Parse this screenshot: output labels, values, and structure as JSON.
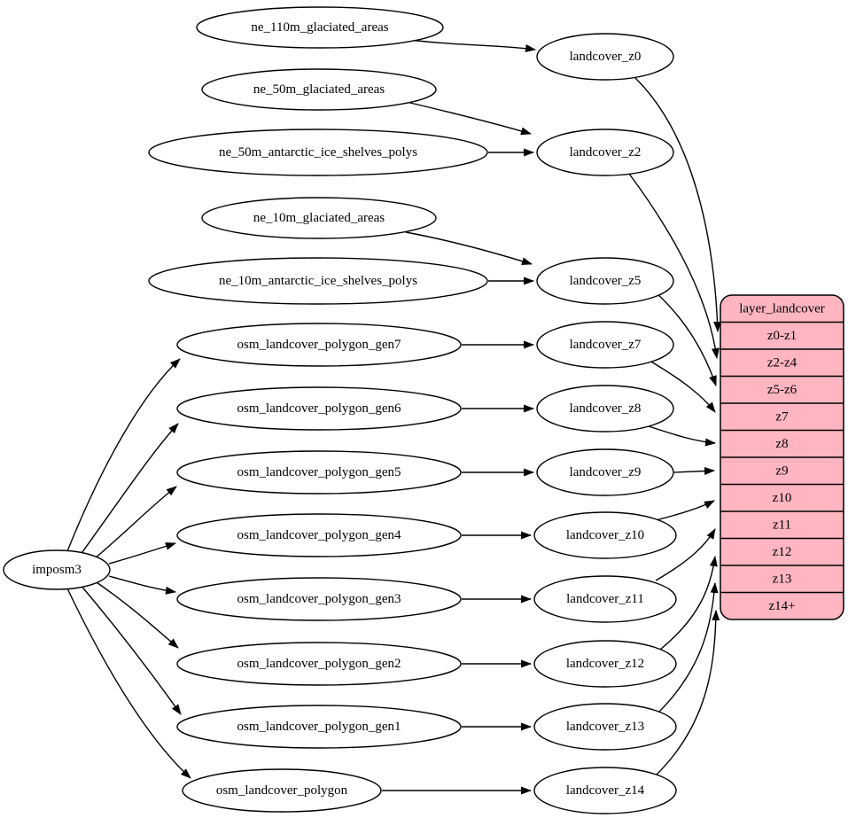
{
  "diagram": {
    "colors": {
      "background": "#ffffff",
      "node_fill": "#ffffff",
      "node_stroke": "#000000",
      "edge_color": "#000000",
      "record_fill": "#ffb6c1",
      "text_color": "#000000"
    },
    "nodes": [
      {
        "id": "imposm3",
        "label": "imposm3"
      },
      {
        "id": "ne_110m_glaciated_areas",
        "label": "ne_110m_glaciated_areas"
      },
      {
        "id": "ne_50m_glaciated_areas",
        "label": "ne_50m_glaciated_areas"
      },
      {
        "id": "ne_50m_antarctic_ice_shelves_polys",
        "label": "ne_50m_antarctic_ice_shelves_polys"
      },
      {
        "id": "ne_10m_glaciated_areas",
        "label": "ne_10m_glaciated_areas"
      },
      {
        "id": "ne_10m_antarctic_ice_shelves_polys",
        "label": "ne_10m_antarctic_ice_shelves_polys"
      },
      {
        "id": "osm_landcover_polygon_gen7",
        "label": "osm_landcover_polygon_gen7"
      },
      {
        "id": "osm_landcover_polygon_gen6",
        "label": "osm_landcover_polygon_gen6"
      },
      {
        "id": "osm_landcover_polygon_gen5",
        "label": "osm_landcover_polygon_gen5"
      },
      {
        "id": "osm_landcover_polygon_gen4",
        "label": "osm_landcover_polygon_gen4"
      },
      {
        "id": "osm_landcover_polygon_gen3",
        "label": "osm_landcover_polygon_gen3"
      },
      {
        "id": "osm_landcover_polygon_gen2",
        "label": "osm_landcover_polygon_gen2"
      },
      {
        "id": "osm_landcover_polygon_gen1",
        "label": "osm_landcover_polygon_gen1"
      },
      {
        "id": "osm_landcover_polygon",
        "label": "osm_landcover_polygon"
      },
      {
        "id": "landcover_z0",
        "label": "landcover_z0"
      },
      {
        "id": "landcover_z2",
        "label": "landcover_z2"
      },
      {
        "id": "landcover_z5",
        "label": "landcover_z5"
      },
      {
        "id": "landcover_z7",
        "label": "landcover_z7"
      },
      {
        "id": "landcover_z8",
        "label": "landcover_z8"
      },
      {
        "id": "landcover_z9",
        "label": "landcover_z9"
      },
      {
        "id": "landcover_z10",
        "label": "landcover_z10"
      },
      {
        "id": "landcover_z11",
        "label": "landcover_z11"
      },
      {
        "id": "landcover_z12",
        "label": "landcover_z12"
      },
      {
        "id": "landcover_z13",
        "label": "landcover_z13"
      },
      {
        "id": "landcover_z14",
        "label": "landcover_z14"
      }
    ],
    "record": {
      "id": "layer_landcover",
      "title": "layer_landcover",
      "rows": [
        "z0-z1",
        "z2-z4",
        "z5-z6",
        "z7",
        "z8",
        "z9",
        "z10",
        "z11",
        "z12",
        "z13",
        "z14+"
      ]
    },
    "edges": [
      {
        "from": "ne_110m_glaciated_areas",
        "to": "landcover_z0"
      },
      {
        "from": "ne_50m_glaciated_areas",
        "to": "landcover_z2"
      },
      {
        "from": "ne_50m_antarctic_ice_shelves_polys",
        "to": "landcover_z2"
      },
      {
        "from": "ne_10m_glaciated_areas",
        "to": "landcover_z5"
      },
      {
        "from": "ne_10m_antarctic_ice_shelves_polys",
        "to": "landcover_z5"
      },
      {
        "from": "osm_landcover_polygon_gen7",
        "to": "landcover_z7"
      },
      {
        "from": "osm_landcover_polygon_gen6",
        "to": "landcover_z8"
      },
      {
        "from": "osm_landcover_polygon_gen5",
        "to": "landcover_z9"
      },
      {
        "from": "osm_landcover_polygon_gen4",
        "to": "landcover_z10"
      },
      {
        "from": "osm_landcover_polygon_gen3",
        "to": "landcover_z11"
      },
      {
        "from": "osm_landcover_polygon_gen2",
        "to": "landcover_z12"
      },
      {
        "from": "osm_landcover_polygon_gen1",
        "to": "landcover_z13"
      },
      {
        "from": "osm_landcover_polygon",
        "to": "landcover_z14"
      },
      {
        "from": "imposm3",
        "to": "osm_landcover_polygon_gen7"
      },
      {
        "from": "imposm3",
        "to": "osm_landcover_polygon_gen6"
      },
      {
        "from": "imposm3",
        "to": "osm_landcover_polygon_gen5"
      },
      {
        "from": "imposm3",
        "to": "osm_landcover_polygon_gen4"
      },
      {
        "from": "imposm3",
        "to": "osm_landcover_polygon_gen3"
      },
      {
        "from": "imposm3",
        "to": "osm_landcover_polygon_gen2"
      },
      {
        "from": "imposm3",
        "to": "osm_landcover_polygon_gen1"
      },
      {
        "from": "imposm3",
        "to": "osm_landcover_polygon"
      },
      {
        "from": "landcover_z0",
        "to": "layer_landcover:z0-z1"
      },
      {
        "from": "landcover_z2",
        "to": "layer_landcover:z2-z4"
      },
      {
        "from": "landcover_z5",
        "to": "layer_landcover:z5-z6"
      },
      {
        "from": "landcover_z7",
        "to": "layer_landcover:z7"
      },
      {
        "from": "landcover_z8",
        "to": "layer_landcover:z8"
      },
      {
        "from": "landcover_z9",
        "to": "layer_landcover:z9"
      },
      {
        "from": "landcover_z10",
        "to": "layer_landcover:z10"
      },
      {
        "from": "landcover_z11",
        "to": "layer_landcover:z11"
      },
      {
        "from": "landcover_z12",
        "to": "layer_landcover:z12"
      },
      {
        "from": "landcover_z13",
        "to": "layer_landcover:z13"
      },
      {
        "from": "landcover_z14",
        "to": "layer_landcover:z14+"
      }
    ]
  }
}
